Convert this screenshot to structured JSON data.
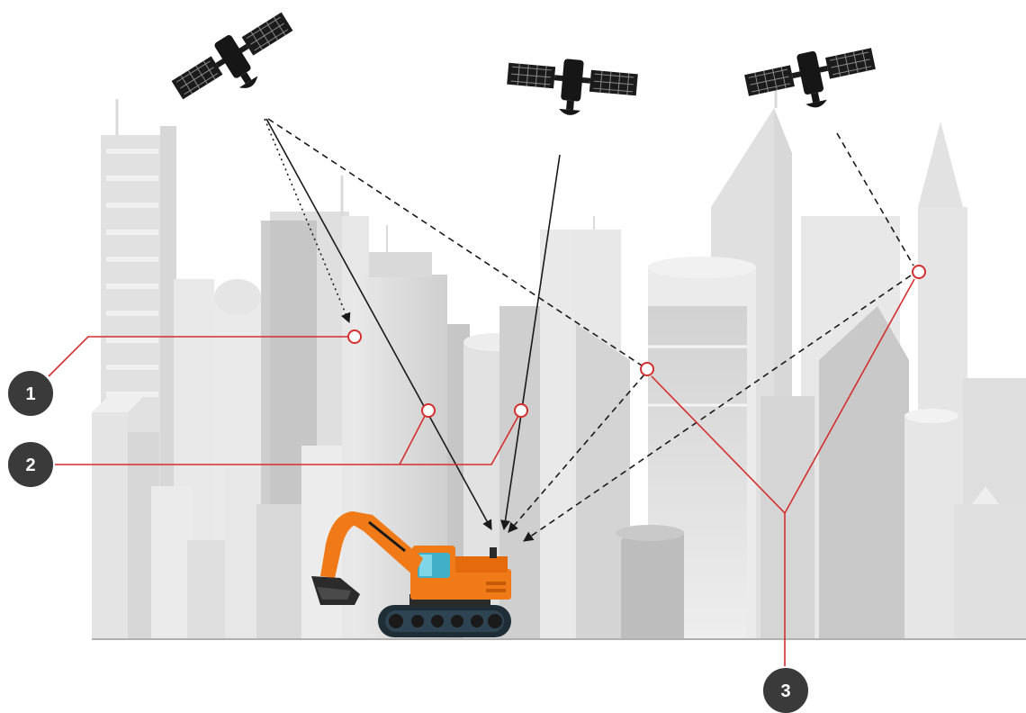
{
  "diagram": {
    "type": "gnss-multipath-urban-canyon",
    "colors": {
      "callout": "#d32f2f",
      "badge": "#3a3a3a",
      "signal": "#1a1a1a",
      "machine": "#f07a18",
      "building": "#dcdcdc"
    },
    "icons": [
      "satellite-icon",
      "satellite-icon",
      "satellite-icon",
      "excavator-icon"
    ],
    "callouts": [
      {
        "label": "1"
      },
      {
        "label": "2"
      },
      {
        "label": "3"
      }
    ]
  }
}
